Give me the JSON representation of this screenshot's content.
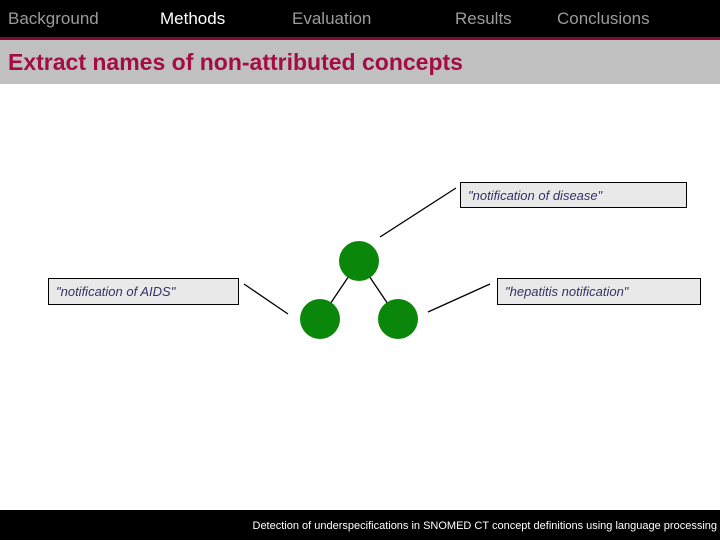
{
  "nav": {
    "items": [
      {
        "label": "Background",
        "active": false
      },
      {
        "label": "Methods",
        "active": true
      },
      {
        "label": "Evaluation",
        "active": false
      },
      {
        "label": "Results",
        "active": false
      },
      {
        "label": "Conclusions",
        "active": false
      }
    ]
  },
  "header": {
    "title": "Extract names of non-attributed concepts"
  },
  "diagram": {
    "type": "concept-tree",
    "node_color": "#0a870a",
    "labels": [
      {
        "id": "disease",
        "text": "\"notification of disease\""
      },
      {
        "id": "aids",
        "text": "\"notification of AIDS\""
      },
      {
        "id": "hepatitis",
        "text": "\"hepatitis notification\""
      }
    ]
  },
  "footer": {
    "text": "Detection of underspecifications in SNOMED CT concept definitions using language processing"
  },
  "colors": {
    "accent_maroon": "#a30d45",
    "divider_maroon": "#7a0c36",
    "title_band_gray": "#c0c0c0",
    "nav_inactive_gray": "#9c9c9c",
    "label_text_navy": "#333366",
    "node_green": "#0a870a"
  }
}
